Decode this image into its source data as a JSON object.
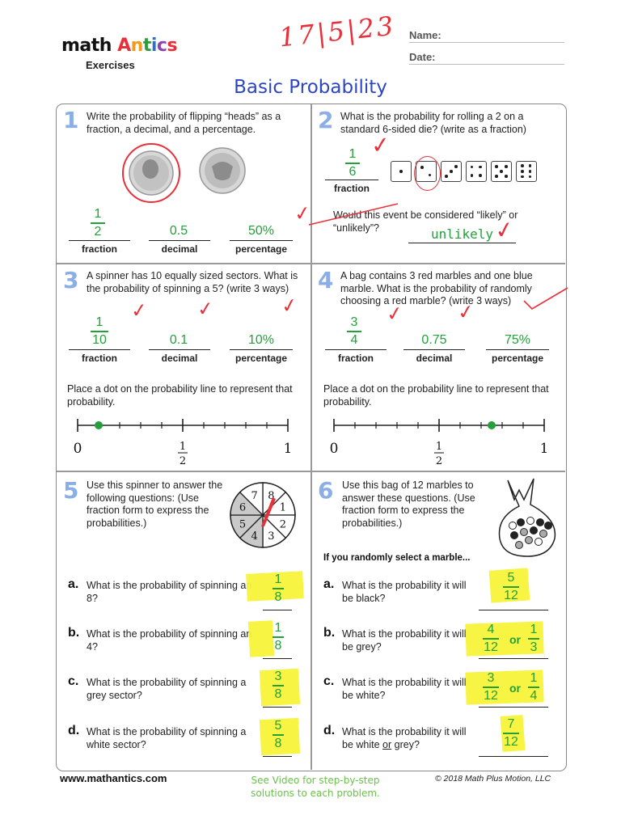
{
  "header": {
    "logo_math": "math",
    "logo_antics": "Antics",
    "logo_sub": "Exercises",
    "handwritten_date": "17|5|23",
    "name_label": "Name:",
    "date_label": "Date:",
    "title": "Basic Probability"
  },
  "q1": {
    "num": "1",
    "text": "Write the probability of flipping “heads” as a fraction, a decimal, and a percentage.",
    "fraction_num": "1",
    "fraction_den": "2",
    "decimal": "0.5",
    "percent": "50%",
    "label_fraction": "fraction",
    "label_decimal": "decimal",
    "label_percent": "percentage"
  },
  "q2": {
    "num": "2",
    "text": "What is the probability for rolling a 2 on a standard 6-sided die? (write as a fraction)",
    "fraction_num": "1",
    "fraction_den": "6",
    "label_fraction": "fraction",
    "question2": "Would this event be considered “likely” or “unlikely”?",
    "answer2": "unlikely"
  },
  "q3": {
    "num": "3",
    "text": "A spinner has 10 equally sized sectors. What is the probability of spinning a 5? (write 3 ways)",
    "fraction_num": "1",
    "fraction_den": "10",
    "decimal": "0.1",
    "percent": "10%",
    "label_fraction": "fraction",
    "label_decimal": "decimal",
    "label_percent": "percentage",
    "line_text": "Place a dot on the probability line to represent that probability.",
    "line_zero": "0",
    "line_half_num": "1",
    "line_half_den": "2",
    "line_one": "1",
    "dot_value": 0.1
  },
  "q4": {
    "num": "4",
    "text": "A bag contains 3 red marbles and one blue marble.  What is the probability of randomly choosing a red marble? (write 3 ways)",
    "fraction_num": "3",
    "fraction_den": "4",
    "decimal": "0.75",
    "percent": "75%",
    "label_fraction": "fraction",
    "label_decimal": "decimal",
    "label_percent": "percentage",
    "line_text": "Place a dot on the probability line to represent that probability.",
    "line_zero": "0",
    "line_half_num": "1",
    "line_half_den": "2",
    "line_one": "1",
    "dot_value": 0.75
  },
  "q5": {
    "num": "5",
    "text": "Use this spinner to answer the following questions: (Use fraction form to express the probabilities.)",
    "spinner_numbers": [
      "1",
      "2",
      "3",
      "4",
      "5",
      "6",
      "7",
      "8"
    ],
    "items": [
      {
        "letter": "a.",
        "text": "What is the probability of spinning an 8?",
        "num": "1",
        "den": "8"
      },
      {
        "letter": "b.",
        "text": "What is the probability of spinning an 4?",
        "num": "1",
        "den": "8"
      },
      {
        "letter": "c.",
        "text": "What is the probability of spinning a grey sector?",
        "num": "3",
        "den": "8"
      },
      {
        "letter": "d.",
        "text": "What is the probability of spinning a white sector?",
        "num": "5",
        "den": "8"
      }
    ]
  },
  "q6": {
    "num": "6",
    "text": "Use this bag of 12 marbles to answer these questions. (Use fraction form to express the probabilities.)",
    "subheading": "If you randomly select a marble...",
    "items": [
      {
        "letter": "a.",
        "text": "What is the probability it will be black?",
        "num": "5",
        "den": "12",
        "or": "",
        "num2": "",
        "den2": ""
      },
      {
        "letter": "b.",
        "text": "What is the probability it will be grey?",
        "num": "4",
        "den": "12",
        "or": "or",
        "num2": "1",
        "den2": "3"
      },
      {
        "letter": "c.",
        "text": "What is the probability it will be white?",
        "num": "3",
        "den": "12",
        "or": "or",
        "num2": "1",
        "den2": "4"
      },
      {
        "letter": "d.",
        "text_pre": "What is the probability it will be white ",
        "text_or": "or",
        "text_post": " grey?",
        "num": "7",
        "den": "12",
        "or": "",
        "num2": "",
        "den2": ""
      }
    ]
  },
  "footer": {
    "website": "www.mathantics.com",
    "video_note": "See Video for step-by-step solutions to each problem.",
    "copyright": "© 2018 Math Plus Motion, LLC"
  },
  "colors": {
    "answer_green": "#23a03a",
    "check_red": "#e8303a",
    "title_blue": "#2d45c3",
    "qnum_blue": "#8aaee5",
    "highlight": "#f7f33a"
  }
}
